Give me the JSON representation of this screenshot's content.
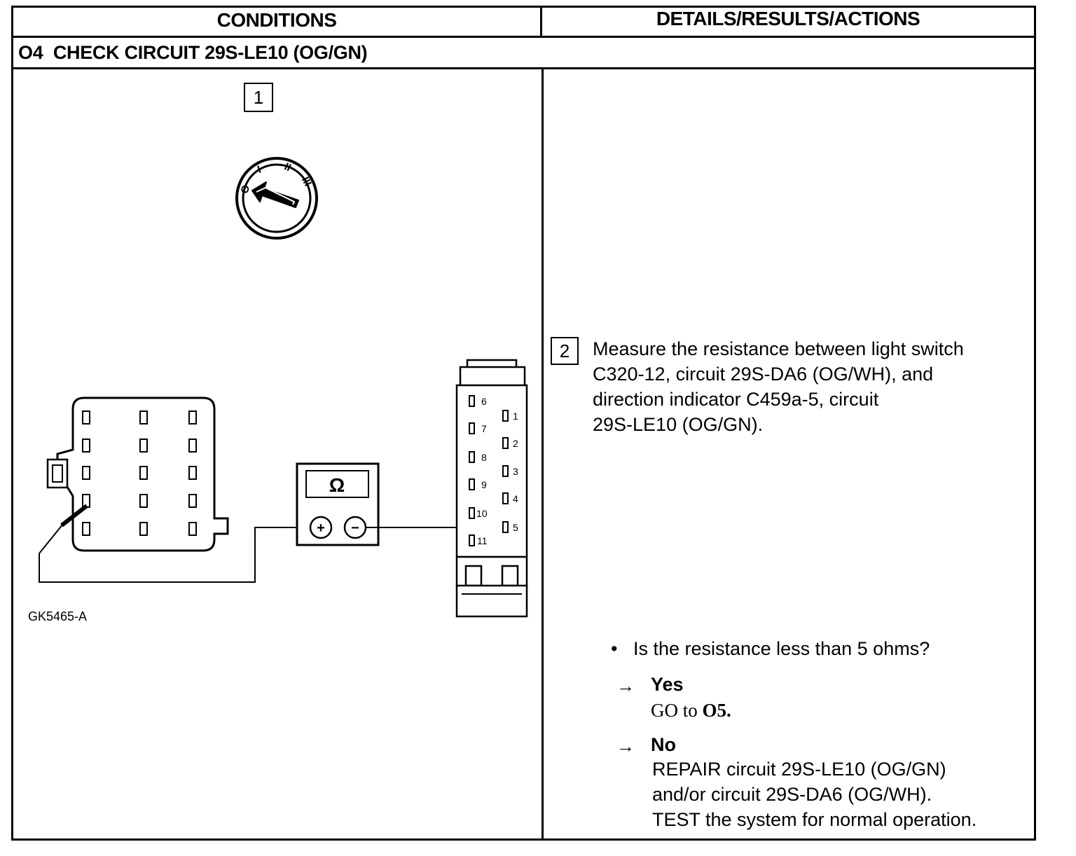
{
  "table": {
    "col_left_header": "CONDITIONS",
    "col_right_header": "DETAILS/RESULTS/ACTIONS",
    "step_title": "O4  CHECK CIRCUIT 29S-LE10 (OG/GN)"
  },
  "conditions": {
    "step1_number": "1",
    "ignition": {
      "positions": [
        "O",
        "I",
        "II",
        "III"
      ],
      "selected": "O"
    },
    "meter_symbol": "Ω",
    "meter_plus": "+",
    "meter_minus": "−",
    "connector_pins_left": [
      "6",
      "7",
      "8",
      "9",
      "10",
      "11"
    ],
    "connector_pins_right": [
      "1",
      "2",
      "3",
      "4",
      "5"
    ],
    "figure_code": "GK5465-A"
  },
  "details": {
    "step2_number": "2",
    "instruction": "Measure the resistance between light switch C320-12, circuit 29S-DA6 (OG/WH), and direction indicator C459a-5, circuit 29S-LE10 (OG/GN).",
    "instruction_lines": [
      "Measure the resistance between light switch",
      "C320-12, circuit 29S-DA6 (OG/WH), and",
      "direction indicator C459a-5, circuit",
      "29S-LE10 (OG/GN)."
    ],
    "bullet": "•",
    "question": "Is the resistance less than 5 ohms?",
    "arrow": "→",
    "yes_label": "Yes",
    "yes_action_pre": "GO to",
    "yes_action_target": "O5.",
    "no_label": "No",
    "no_action_lines": [
      "REPAIR circuit 29S-LE10 (OG/GN)",
      "and/or circuit 29S-DA6 (OG/WH).",
      "TEST the system for normal operation."
    ]
  }
}
